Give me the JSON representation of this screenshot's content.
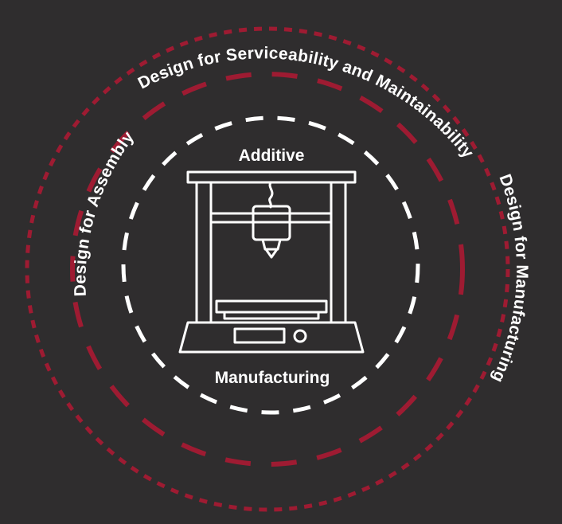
{
  "colors": {
    "background": "#2f2d2e",
    "accent_red": "#9e1b32",
    "white": "#ffffff"
  },
  "center": {
    "top_label": "Additive",
    "bottom_label": "Manufacturing",
    "icon": "3d-printer-icon"
  },
  "rings": [
    {
      "name": "inner-ring",
      "color": "white",
      "style": "long-dash"
    },
    {
      "name": "middle-ring",
      "color": "accent_red",
      "style": "long-dash"
    },
    {
      "name": "outer-ring",
      "color": "accent_red",
      "style": "short-dash"
    }
  ],
  "labels": {
    "serviceability": "Design for Serviceability and Maintainability",
    "assembly": "Design for Assembly",
    "manufacturing": "Design for Manufacturing"
  }
}
